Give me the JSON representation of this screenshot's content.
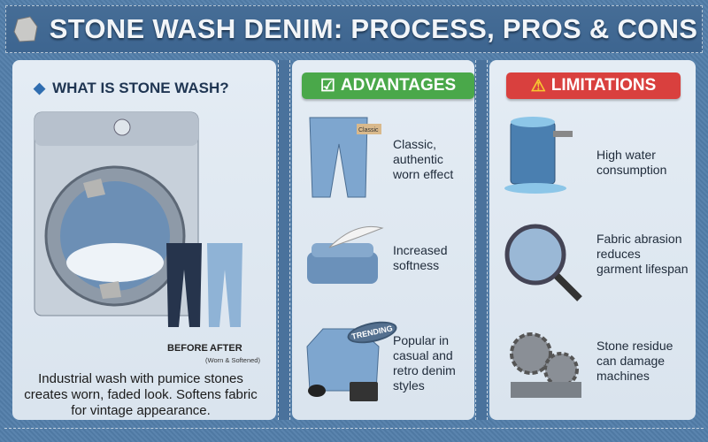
{
  "header": {
    "title": "STONE WASH DENIM: PROCESS, PROS & CONS",
    "icon": "stone-icon"
  },
  "process": {
    "heading": "WHAT IS STONE WASH?",
    "before_label": "BEFORE",
    "after_label": "AFTER",
    "after_note": "(Worn & Softened)",
    "description": "Industrial wash with pumice stones creates worn, faded look. Softens fabric for vintage appearance."
  },
  "advantages": {
    "title": "ADVANTAGES",
    "color": "#4aa84a",
    "items": [
      {
        "text": "Classic, authentic worn effect",
        "tag": "Classic",
        "icon": "jeans-icon"
      },
      {
        "text": "Increased softness",
        "icon": "folded-fabric-feather-icon"
      },
      {
        "text": "Popular in casual and retro denim styles",
        "tag": "TRENDING",
        "icon": "denim-jacket-icon"
      }
    ]
  },
  "limitations": {
    "title": "LIMITATIONS",
    "color": "#d9403e",
    "items": [
      {
        "text": "High water consumption",
        "icon": "water-barrel-icon"
      },
      {
        "text": "Fabric abrasion reduces garment lifespan",
        "icon": "magnifier-fabric-icon"
      },
      {
        "text": "Stone residue can damage machines",
        "icon": "gears-icon"
      }
    ]
  }
}
